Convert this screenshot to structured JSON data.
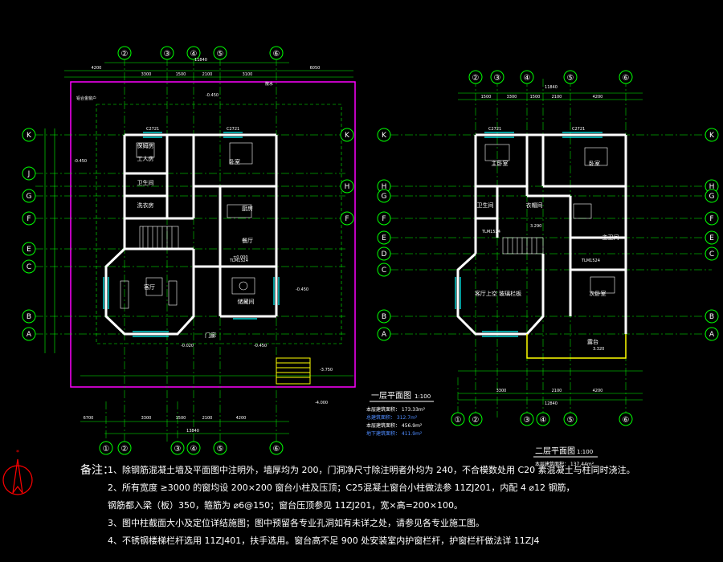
{
  "floor1": {
    "title": "一层平面图",
    "scale": "1:100",
    "area_lines": [
      "本层建筑面积： 173.33m²",
      "总建筑面积： 312.7m²",
      "本层建筑面积： 456.9m²",
      "地下建筑面积： 411.9m²"
    ],
    "axes_top": [
      "②",
      "③",
      "④",
      "⑤",
      "⑥"
    ],
    "axes_bottom": [
      "①",
      "②",
      "③",
      "④",
      "⑤",
      "⑥"
    ],
    "axes_left": [
      "K",
      "J",
      "H",
      "G",
      "F",
      "E",
      "C",
      "B",
      "A"
    ],
    "rooms": {
      "r1": "保姆房",
      "r2": "工人房",
      "r3": "卧室",
      "r4": "卫生间",
      "r5": "洗衣房",
      "r6": "厨房",
      "r7": "餐厅",
      "r8": "客厅",
      "r9": "门廊",
      "r10": "储藏间"
    },
    "dims_top": [
      "4200",
      "3300",
      "1500",
      "2100",
      "3100",
      "6050"
    ],
    "total_top": "11840",
    "dims_bottom": [
      "3300",
      "1500",
      "2100",
      "4200",
      "6700"
    ],
    "total_bottom": "13840",
    "labels": [
      "-0.450",
      "±0.000",
      "-0.020",
      "-0.450",
      "-0.450",
      "-0.450",
      "-4.000",
      "-3.750",
      "散水",
      "铝合金窗户",
      "TLM1524",
      "C2721",
      "C2721"
    ]
  },
  "floor2": {
    "title": "二层平面图",
    "scale": "1:100",
    "area_line": "本层建筑面积： 137.44m²",
    "axes_top": [
      "②",
      "③",
      "④",
      "⑤",
      "⑥"
    ],
    "axes_bottom": [
      "①",
      "②",
      "③",
      "④",
      "⑤",
      "⑥"
    ],
    "axes_left": [
      "K",
      "H",
      "G",
      "F",
      "E",
      "D",
      "C",
      "B",
      "A"
    ],
    "axes_right": [
      "K",
      "H",
      "G",
      "F",
      "E",
      "C",
      "B",
      "A"
    ],
    "rooms": {
      "r1": "主卧室",
      "r2": "卧室",
      "r3": "卫生间",
      "r4": "衣帽间",
      "r5": "主卫间",
      "r6": "客厅上空 玻璃栏板",
      "r7": "次卧室",
      "r8": "露台"
    },
    "dims_top": [
      "1500",
      "3300",
      "1500",
      "2100",
      "4200"
    ],
    "total_top": "11840",
    "dims_bottom": [
      "3300",
      "2100",
      "4200"
    ],
    "total_bottom": "12840",
    "labels": [
      "3.320",
      "3.290",
      "C2721",
      "C2721",
      "TLM1524",
      "TLM1524"
    ]
  },
  "notes": {
    "head": "备注：",
    "lines": [
      "1、除钢筋混凝土墙及平面图中注明外，墙厚均为 200，门洞净尺寸除注明者外均为 240，不合模数处用 C20 素混凝土与柱同时浇注。",
      "2、所有宽度 ≥3000 的窗均设 200×200 窗台小柱及压顶；C25混凝土窗台小柱做法参 11ZJ201，内配 4 ⌀12 钢筋，",
      "   钢筋都入梁（板）350，箍筋为 ⌀6@150；窗台压顶参见 11ZJ201，宽×高=200×100。",
      "3、图中柱截面大小及定位详结施图；图中预留各专业孔洞如有未详之处，请参见各专业施工图。",
      "4、不锈钢楼梯栏杆选用 11ZJ401，扶手选用。窗台高不足 900 处安装室内护窗栏杆，护窗栏杆做法详 11ZJ4"
    ]
  },
  "colors": {
    "background": "#000000",
    "wall": "#ffffff",
    "axis": "#00ff00",
    "dim": "#00ff00",
    "window": "#00ffff",
    "text_yellow": "#ffff00",
    "text_white": "#ffffff",
    "property_line": "#ff00ff",
    "north_arrow": "#ff0000",
    "area_blue": "#4f8cff"
  }
}
